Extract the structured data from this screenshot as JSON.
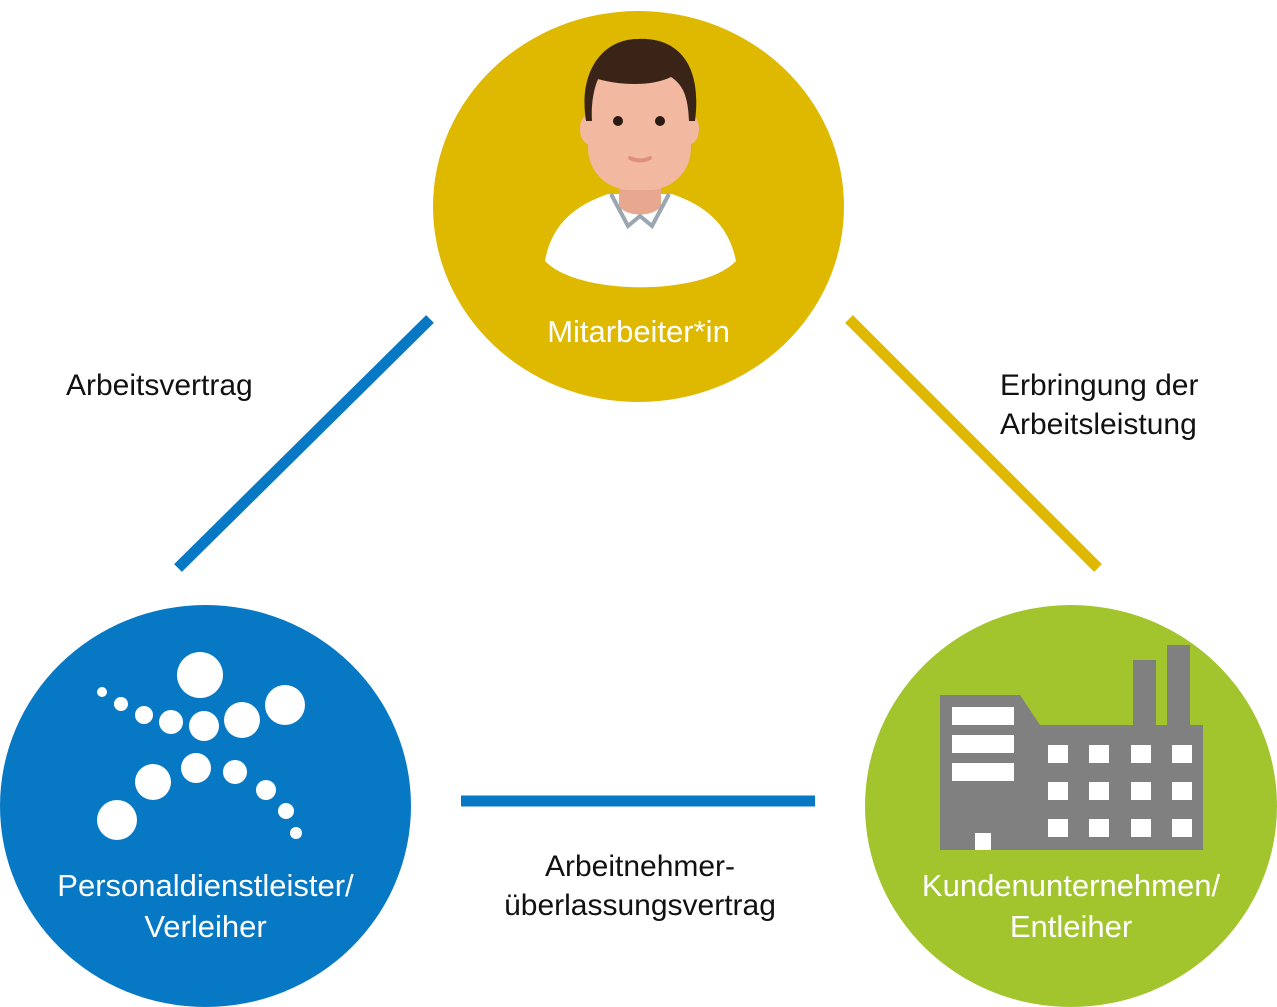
{
  "colors": {
    "employee": "#dfb800",
    "agency": "#0779c4",
    "client": "#a2c52d",
    "line_blue": "#0779c4",
    "line_yellow": "#dfb800",
    "factory": "#808080",
    "skin": "#f2b9a0",
    "hair": "#3a2418"
  },
  "nodes": {
    "employee": {
      "label": "Mitarbeiter*in",
      "icon": "person-icon"
    },
    "agency": {
      "label_line1": "Personaldienstleister/",
      "label_line2": "Verleiher",
      "icon": "dots-logo-icon"
    },
    "client": {
      "label_line1": "Kundenunternehmen/",
      "label_line2": "Entleiher",
      "icon": "factory-icon"
    }
  },
  "edges": {
    "left": {
      "label": "Arbeitsvertrag"
    },
    "right": {
      "label_line1": "Erbringung der",
      "label_line2": "Arbeitsleistung"
    },
    "bottom": {
      "label_line1": "Arbeitnehmer-",
      "label_line2": "überlassungsvertrag"
    }
  }
}
